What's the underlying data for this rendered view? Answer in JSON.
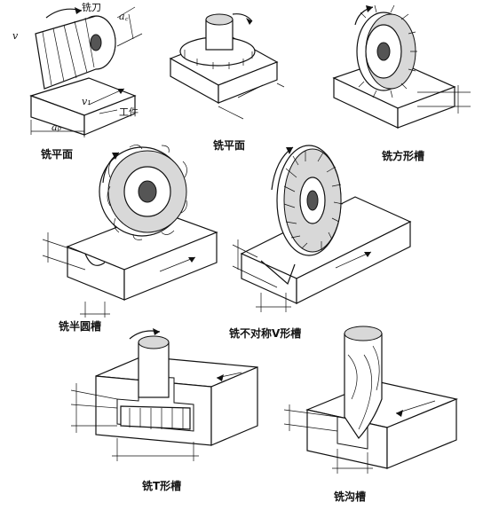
{
  "panels": [
    {
      "caption": "铣平面",
      "labels": {
        "tool": "铣刀",
        "workpiece": "工件",
        "v": "v",
        "v1": "v₁",
        "ac": "a꜀",
        "ap": "aₚ"
      }
    },
    {
      "caption": "铣平面"
    },
    {
      "caption": "铣方形槽"
    },
    {
      "caption": "铣半圆槽"
    },
    {
      "caption": "铣不对称V形槽"
    },
    {
      "caption": "铣T形槽"
    },
    {
      "caption": "铣沟槽"
    }
  ]
}
